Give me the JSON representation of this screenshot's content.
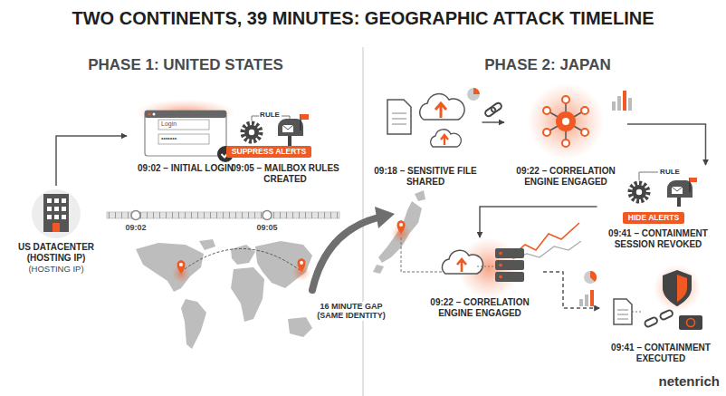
{
  "diagram": {
    "title": "TWO CONTINENTS, 39 MINUTES: GEOGRAPHIC ATTACK TIMELINE",
    "nodes": [
      {
        "text": [
          "US DATACENTER (HOSTING IP)",
          "(HOSTING IP)"
        ]
      },
      {
        "text": [
          "09:02 – INITIAL LOGIN"
        ]
      },
      {
        "text": [
          "09:05 – MAILBOX RULES CREATED"
        ]
      },
      {
        "text": [
          "SUPPRESS ALERTS"
        ]
      },
      {
        "text": [
          "09:18 – SENSITIVE FILE SHARED"
        ]
      },
      {
        "text": [
          "09:22 – CORRELATION ENGINE ENGAGED"
        ]
      },
      {
        "text": [
          "HIDE ALERTS"
        ]
      },
      {
        "text": [
          "09:41 – CONTAINMENT SESSION REVOKED"
        ]
      },
      {
        "text": [
          "09:22 – CORRELATION ENGINE ENGAGED"
        ]
      },
      {
        "text": [
          "09:41 – CONTAINMENT EXECUTED"
        ]
      }
    ],
    "edges": [
      {
        "from": 0,
        "to": 1,
        "arrow": "to"
      },
      {
        "from": 4,
        "to": 5,
        "arrow": "to"
      },
      {
        "from": 5,
        "to": 7,
        "arrow": "to"
      },
      {
        "from": 7,
        "to": 8,
        "arrow": "to"
      },
      {
        "from": 8,
        "to": 9,
        "arrow": "to"
      }
    ],
    "labels": [
      "PHASE 1: UNITED STATES",
      "PHASE 2: JAPAN",
      "Login",
      "•••••••",
      "RULE",
      "09:02",
      "09:05",
      "16 MINUTE GAP (SAME IDENTITY)",
      "RULE",
      "netenrich"
    ]
  }
}
